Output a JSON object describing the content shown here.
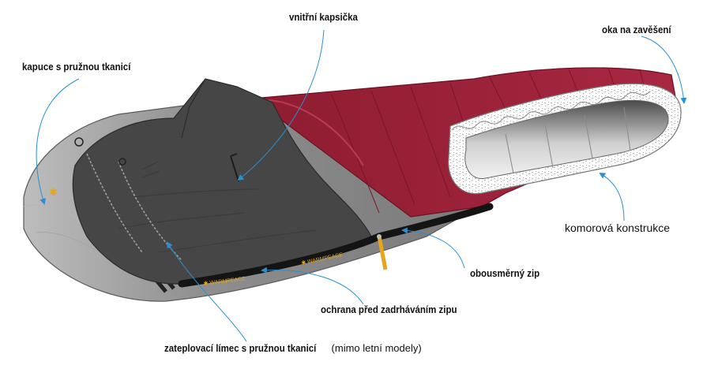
{
  "labels": {
    "inner_pocket": "vnitřní kapsička",
    "hood": "kapuce s pružnou tkanicí",
    "hanging_loop": "oka na zavěšení",
    "chamber": "komorová konstrukce",
    "zipper": "obousměrný zip",
    "zip_guard": "ochrana před zadrháváním zipu",
    "collar": "zateplovací límec s pružnou tkanicí",
    "collar_note": "(mimo letní modely)"
  },
  "brand": {
    "text": "WARMPEACE",
    "mark": "✱"
  },
  "colors": {
    "shell_red": "#9b1f35",
    "liner_dark": "#474646",
    "body_gray": "#8a8a8a",
    "arrow_blue": "#2a8fd0",
    "brand_yellow": "#e5a51c"
  }
}
